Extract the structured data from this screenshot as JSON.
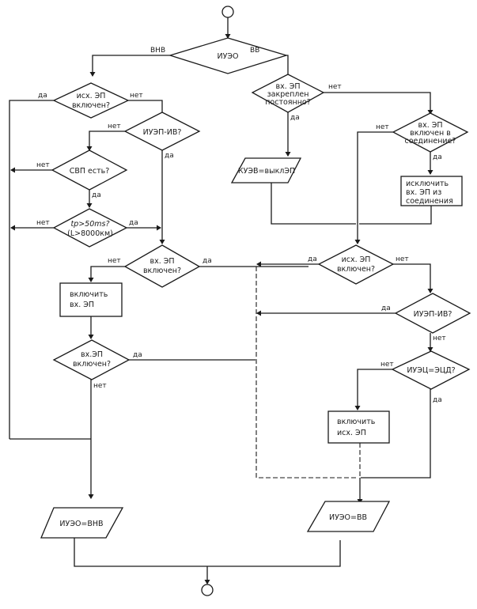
{
  "diagram": {
    "type": "flowchart",
    "terminals": {
      "start": "start-terminal",
      "end": "end-terminal"
    },
    "nodes": {
      "d_iueo": {
        "kind": "decision",
        "lines": [
          "ИУЭО"
        ]
      },
      "d_isx_on_left": {
        "kind": "decision",
        "lines": [
          "исх. ЭП",
          "включен?"
        ]
      },
      "d_iuep_iv_left": {
        "kind": "decision",
        "lines": [
          "ИУЭП-ИВ?"
        ]
      },
      "d_svp": {
        "kind": "decision",
        "lines": [
          "СВП есть?"
        ]
      },
      "d_tp": {
        "kind": "decision",
        "lines": [
          "tp>50ms?",
          "(L>8000км)"
        ]
      },
      "d_vx_on_1": {
        "kind": "decision",
        "lines": [
          "вх. ЭП",
          "включен?"
        ]
      },
      "p_vkl_vx": {
        "kind": "process",
        "lines": [
          "включить",
          "вх. ЭП"
        ]
      },
      "d_vx_on_2": {
        "kind": "decision",
        "lines": [
          "вх.ЭП",
          "включен?"
        ]
      },
      "io_iueo_vnv": {
        "kind": "io",
        "lines": [
          "ИУЭО=ВНВ"
        ]
      },
      "d_vx_fixed": {
        "kind": "decision",
        "lines": [
          "вх. ЭП",
          "закреплен",
          "постоянно?"
        ]
      },
      "io_kueo": {
        "kind": "io",
        "lines": [
          "КУЭВ=выклЭП"
        ]
      },
      "d_vx_in_conn": {
        "kind": "decision",
        "lines": [
          "вх. ЭП",
          "включен в",
          "соединение?"
        ]
      },
      "p_excl_vx": {
        "kind": "process",
        "lines": [
          "исключить",
          "вх. ЭП из",
          "соединения"
        ]
      },
      "d_isx_on_right": {
        "kind": "decision",
        "lines": [
          "исх. ЭП",
          "включен?"
        ]
      },
      "d_iuep_iv_right": {
        "kind": "decision",
        "lines": [
          "ИУЭП-ИВ?"
        ]
      },
      "d_iuetsd": {
        "kind": "decision",
        "lines": [
          "ИУЭЦ=ЭЦД?"
        ]
      },
      "p_vkl_isx": {
        "kind": "process",
        "lines": [
          "включить",
          "исх. ЭП"
        ]
      },
      "io_iueo_vv": {
        "kind": "io",
        "lines": [
          "ИУЭО=ВВ"
        ]
      }
    },
    "edge_labels": {
      "vnv": "ВНВ",
      "vv": "ВВ",
      "yes": "да",
      "no": "нет"
    }
  }
}
